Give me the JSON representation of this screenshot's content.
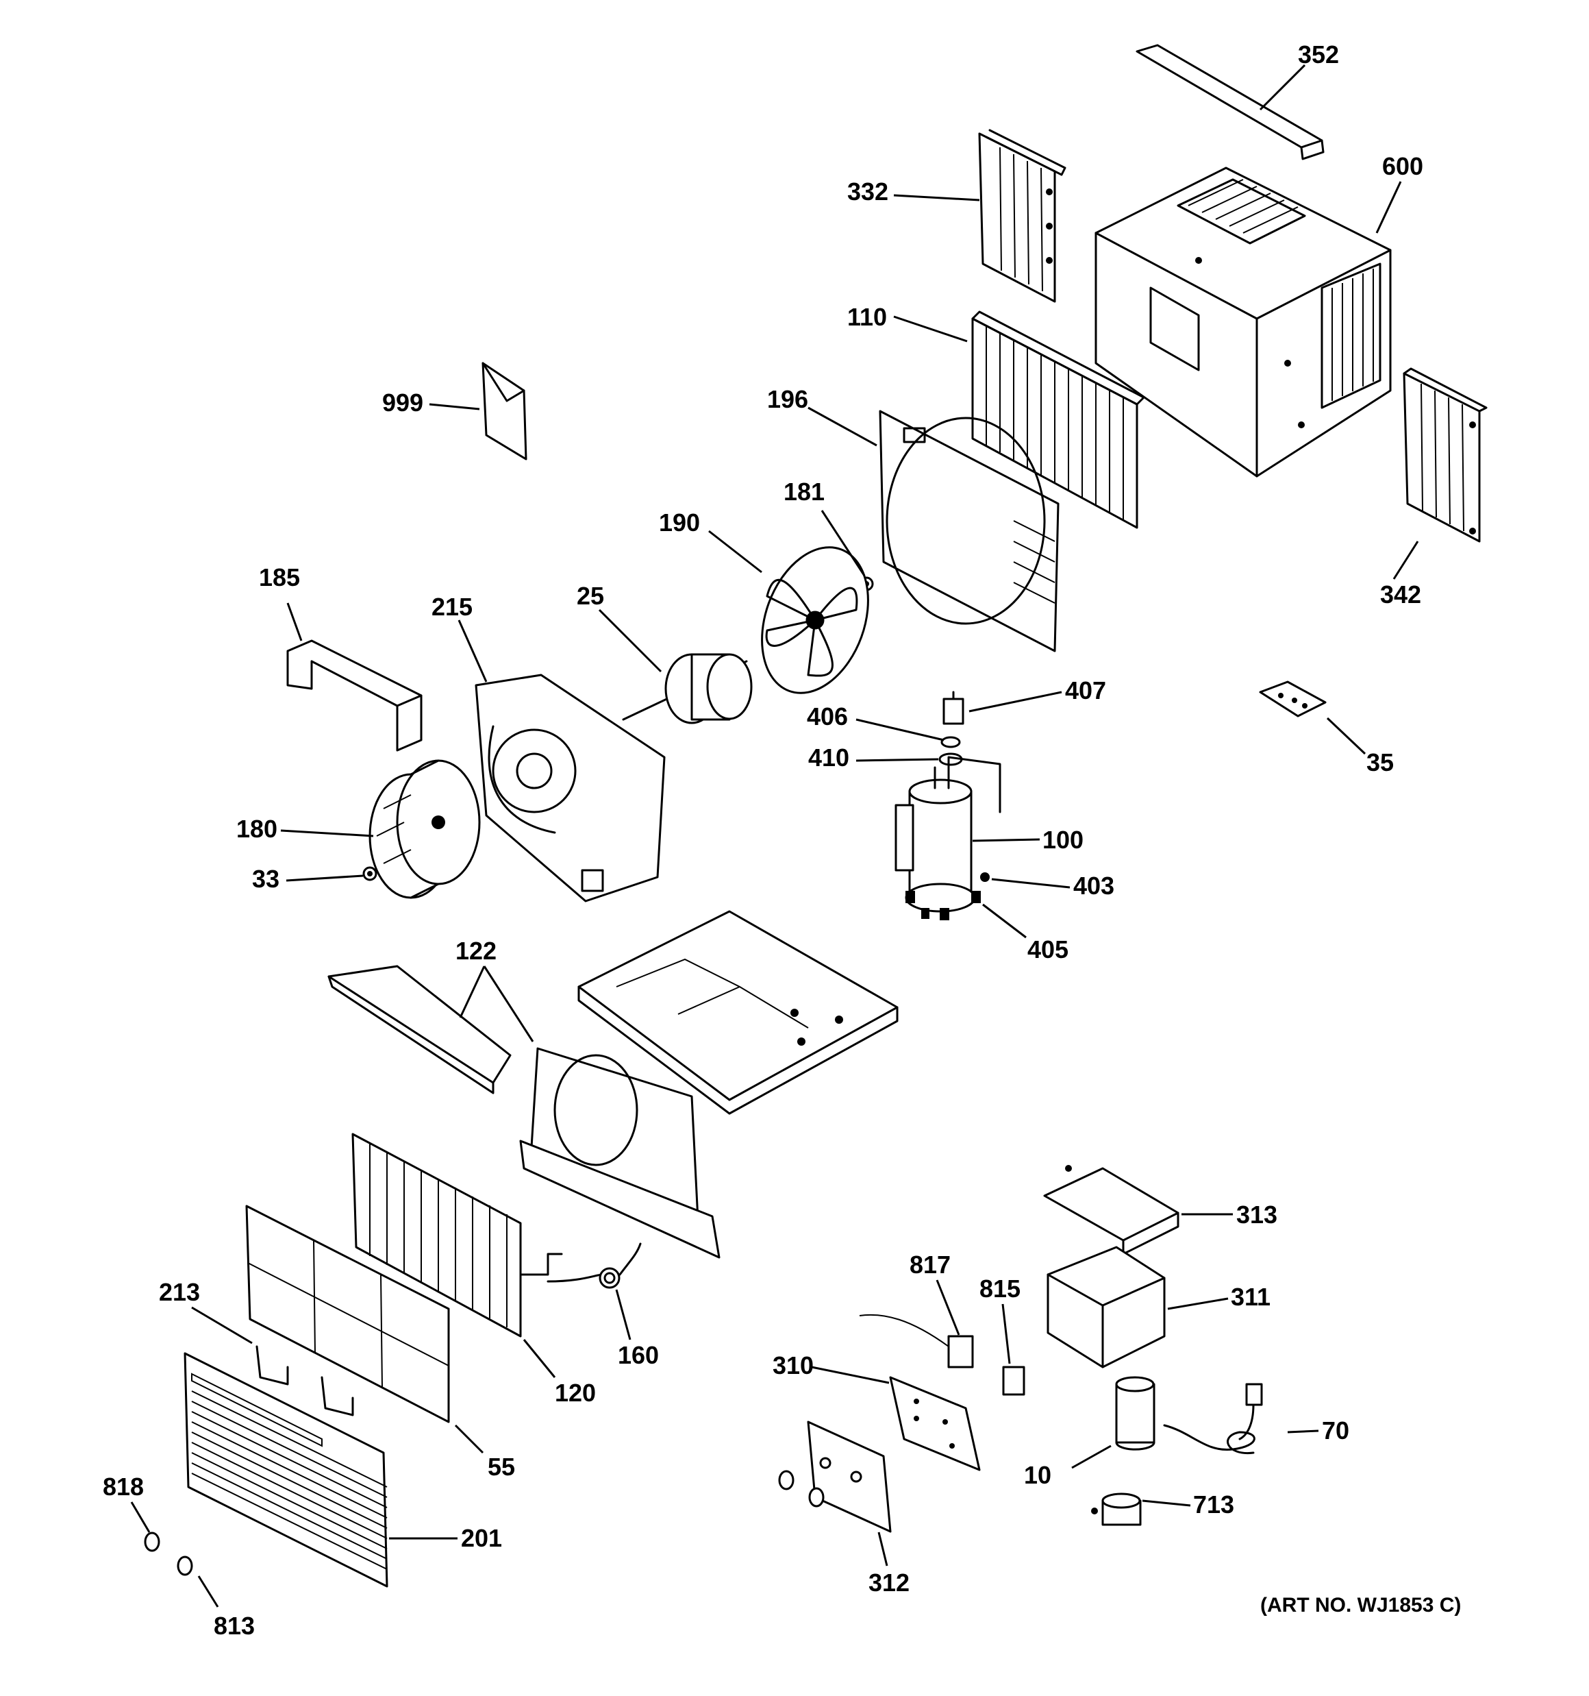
{
  "art_number": "(ART NO. WJ1853 C)",
  "callouts": {
    "c352": "352",
    "c600": "600",
    "c332": "332",
    "c110": "110",
    "c999": "999",
    "c196": "196",
    "c181": "181",
    "c190": "190",
    "c185": "185",
    "c215": "215",
    "c25": "25",
    "c342": "342",
    "c407": "407",
    "c406": "406",
    "c410": "410",
    "c35": "35",
    "c100": "100",
    "c180": "180",
    "c403": "403",
    "c33": "33",
    "c405": "405",
    "c122": "122",
    "c313": "313",
    "c817": "817",
    "c815": "815",
    "c311": "311",
    "c213": "213",
    "c160": "160",
    "c310": "310",
    "c120": "120",
    "c70": "70",
    "c55": "55",
    "c10": "10",
    "c818": "818",
    "c713": "713",
    "c201": "201",
    "c312": "312",
    "c813": "813"
  }
}
